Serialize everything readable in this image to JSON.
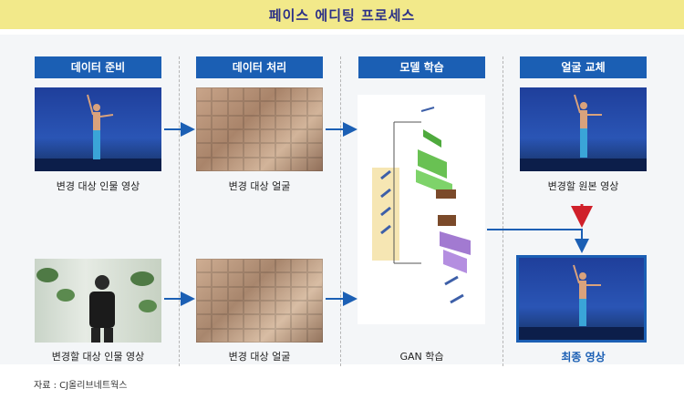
{
  "title": "페이스 에디팅 프로세스",
  "steps": [
    {
      "label": "데이터 준비"
    },
    {
      "label": "데이터 처리"
    },
    {
      "label": "모델 학습"
    },
    {
      "label": "얼굴 교체"
    }
  ],
  "captions": {
    "target_person_video": "변경 대상 인물 영상",
    "target_face_top": "변경 대상 얼굴",
    "original_video": "변경할 원본 영상",
    "person_video_bottom": "변경할 대상 인물 영상",
    "target_face_bottom": "변경 대상 얼굴",
    "gan_training": "GAN 학습",
    "final_video": "최종 영상"
  },
  "source": "자료 : CJ올리브네트웍스",
  "colors": {
    "header_blue": "#1b5fb4",
    "banner_yellow": "#f2e98a",
    "arrow_red": "#d0202a",
    "arrow_blue": "#1b5fb4"
  }
}
